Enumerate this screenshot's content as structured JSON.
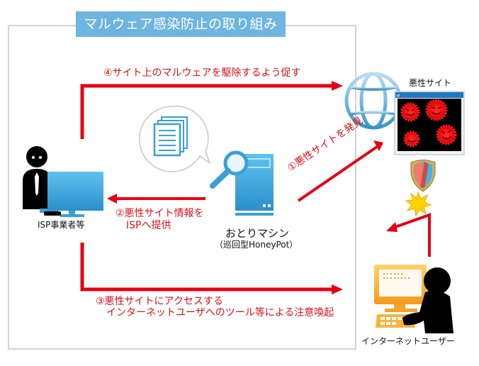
{
  "title": "マルウェア感染防止の取り組み",
  "nodes": {
    "isp": {
      "label": "ISP事業者等",
      "icon": "person-at-computer-icon"
    },
    "honeypot": {
      "label": "おとりマシン",
      "sublabel": "（巡回型HoneyPot）",
      "icon": "server-with-magnifier-icon"
    },
    "malicious_site": {
      "label": "悪性サイト",
      "icon": "browser-with-viruses-icon"
    },
    "internet": {
      "icon": "globe-icon"
    },
    "internet_user": {
      "label": "インターネットユーザー",
      "icon": "person-at-computer-icon"
    },
    "documents": {
      "icon": "documents-speech-bubble-icon"
    },
    "shield": {
      "icon": "shield-icon"
    },
    "block": {
      "icon": "explosion-icon"
    }
  },
  "steps": [
    {
      "id": 1,
      "label": "①悪性サイトを発見"
    },
    {
      "id": 2,
      "line1": "②悪性サイト情報を",
      "line2": "ISPへ提供"
    },
    {
      "id": 3,
      "line1": "③悪性サイトにアクセスする",
      "line2": "インターネットユーザへのツール等による注意喚起"
    },
    {
      "id": 4,
      "label": "④サイト上のマルウェアを駆除するよう促す"
    }
  ],
  "colors": {
    "arrow": "#e60012",
    "accent_blue": "#4fa6d8",
    "frame": "#d4d4d4",
    "user_monitor": "#f5a623",
    "virus": "#ff1a1a"
  }
}
